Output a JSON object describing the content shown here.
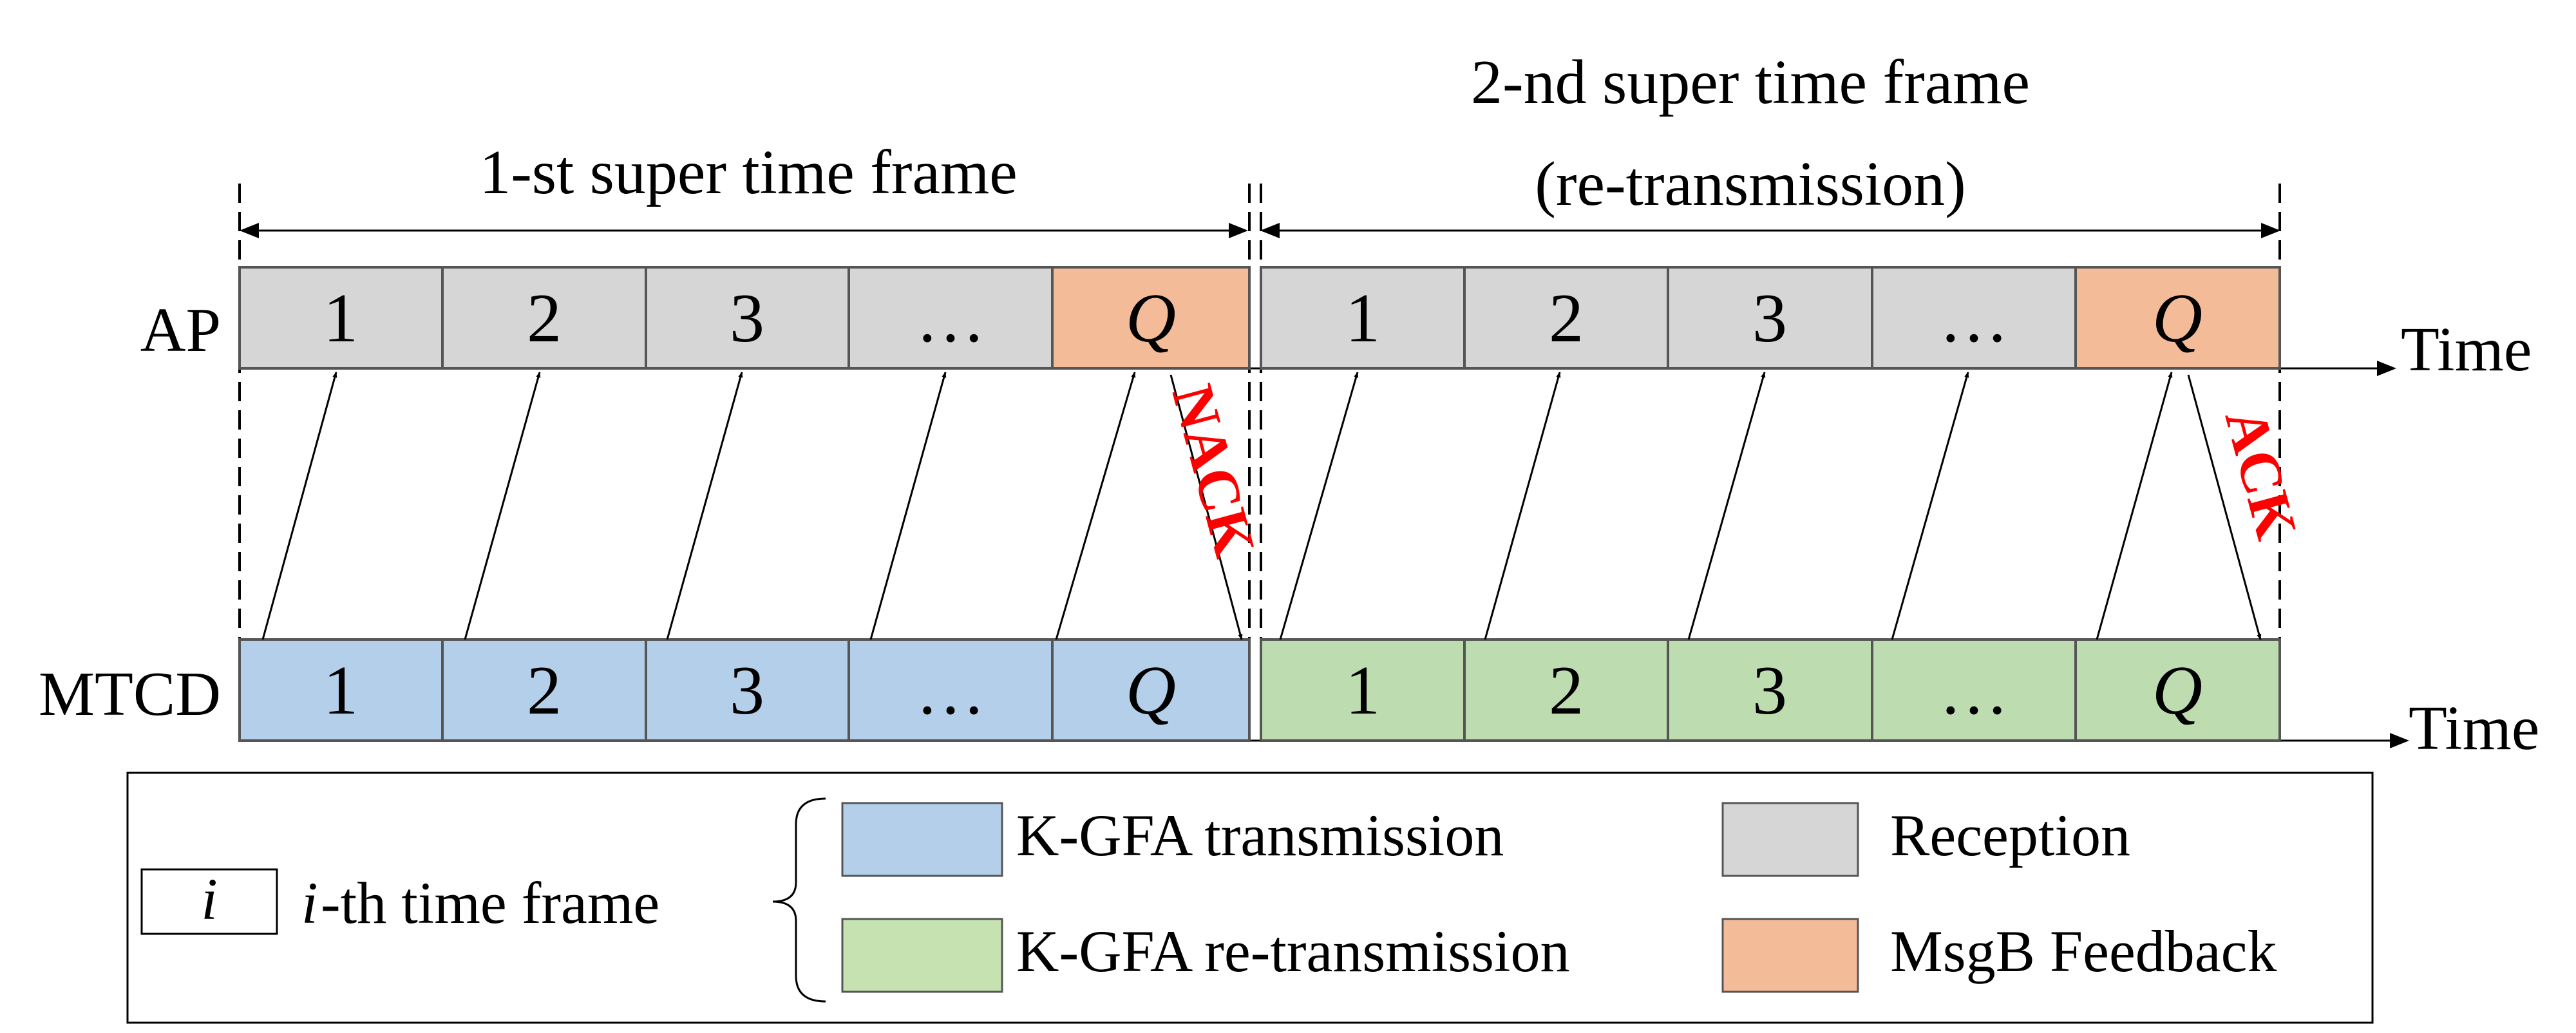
{
  "labels": {
    "frame1": "1-st super time frame",
    "frame2_line1": "2-nd super time frame",
    "frame2_line2": "(re-transmission)",
    "ap": "AP",
    "mtcd": "MTCD",
    "time": "Time",
    "nack": "NACK",
    "ack": "ACK"
  },
  "slots": [
    "1",
    "2",
    "3",
    "…",
    "Q"
  ],
  "legend": {
    "sample_symbol": "i",
    "sample_text": "-th time frame",
    "kgfa_tx": "K-GFA transmission",
    "kgfa_retx": "K-GFA re-transmission",
    "reception": "Reception",
    "msgb": "MsgB Feedback"
  },
  "colors": {
    "kgfa_tx": "#b4cfe9",
    "kgfa_retx": "#bddcaf",
    "reception": "#d6d6d6",
    "msgb": "#f4bb99",
    "legend_kgfa_retx": "#c5e2b0",
    "feedback": "#ff0000"
  }
}
